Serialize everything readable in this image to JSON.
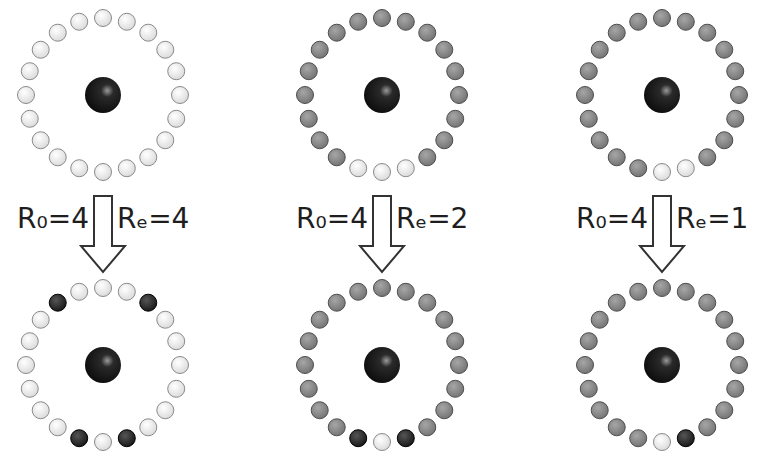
{
  "diagram": {
    "labels": [
      "R₀=4",
      "Rₑ=4",
      "R₀=4",
      "Rₑ=2",
      "R₀=4",
      "Rₑ=1"
    ]
  }
}
